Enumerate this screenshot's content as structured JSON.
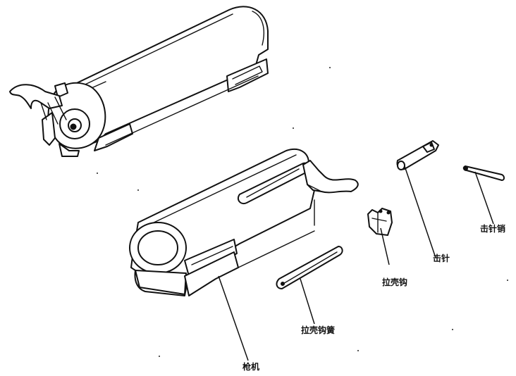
{
  "labels": {
    "bolt": "枪机",
    "extractor_spring": "拉壳钩簧",
    "extractor": "拉壳钩",
    "firing_pin": "击针",
    "firing_pin_pin": "击针销"
  }
}
